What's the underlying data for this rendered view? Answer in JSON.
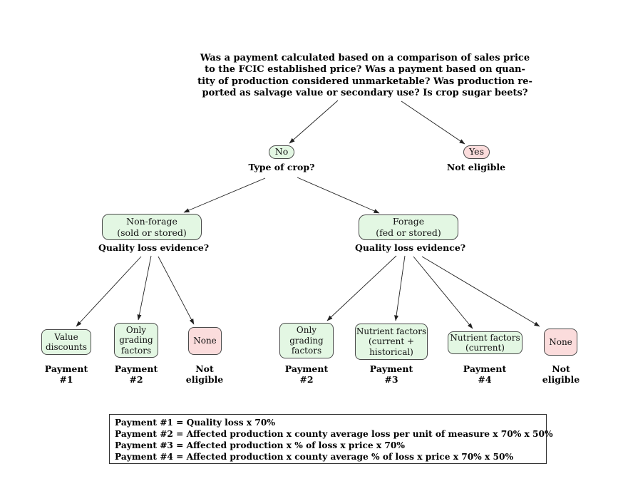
{
  "title_question": {
    "lines": [
      "Was a payment calculated based on a comparison of sales price",
      "to the FCIC established price? Was a payment based on quan-",
      "tity of production considered unmarketable? Was production re-",
      "ported as salvage value or secondary use? Is crop sugar beets?"
    ]
  },
  "level1": {
    "no": {
      "label": "No",
      "question": "Type of crop?"
    },
    "yes": {
      "label": "Yes",
      "outcome": "Not eligible"
    }
  },
  "level2": {
    "non_forage": {
      "lines": [
        "Non-forage",
        "(sold or stored)"
      ],
      "question": "Quality loss evidence?"
    },
    "forage": {
      "lines": [
        "Forage",
        "(fed or stored)"
      ],
      "question": "Quality loss evidence?"
    }
  },
  "leaves": [
    {
      "box": [
        "Value",
        "discounts"
      ],
      "outcome": [
        "Payment",
        "#1"
      ],
      "kind": "green"
    },
    {
      "box": [
        "Only",
        "grading",
        "factors"
      ],
      "outcome": [
        "Payment",
        "#2"
      ],
      "kind": "green"
    },
    {
      "box": [
        "None"
      ],
      "outcome": [
        "Not",
        "eligible"
      ],
      "kind": "pink"
    },
    {
      "box": [
        "Only",
        "grading",
        "factors"
      ],
      "outcome": [
        "Payment",
        "#2"
      ],
      "kind": "green"
    },
    {
      "box": [
        "Nutrient factors",
        "(current +",
        "historical)"
      ],
      "outcome": [
        "Payment",
        "#3"
      ],
      "kind": "green"
    },
    {
      "box": [
        "Nutrient factors",
        "(current)"
      ],
      "outcome": [
        "Payment",
        "#4"
      ],
      "kind": "green"
    },
    {
      "box": [
        "None"
      ],
      "outcome": [
        "Not",
        "eligible"
      ],
      "kind": "pink"
    }
  ],
  "legend": {
    "lines": [
      "Payment #1 = Quality loss x 70%",
      "Payment #2 = Affected production x county average loss per unit of measure x 70% x 50%",
      "Payment #3 = Affected production x % of loss x price x 70%",
      "Payment #4 = Affected production x county average % of loss x price x 70% x 50%"
    ]
  },
  "colors": {
    "positive_node_fill": "#e3f7e3",
    "negative_node_fill": "#fbdcdc",
    "node_border": "#4a4a4a",
    "arrow": "#222222",
    "text": "#000000",
    "background": "#ffffff"
  }
}
